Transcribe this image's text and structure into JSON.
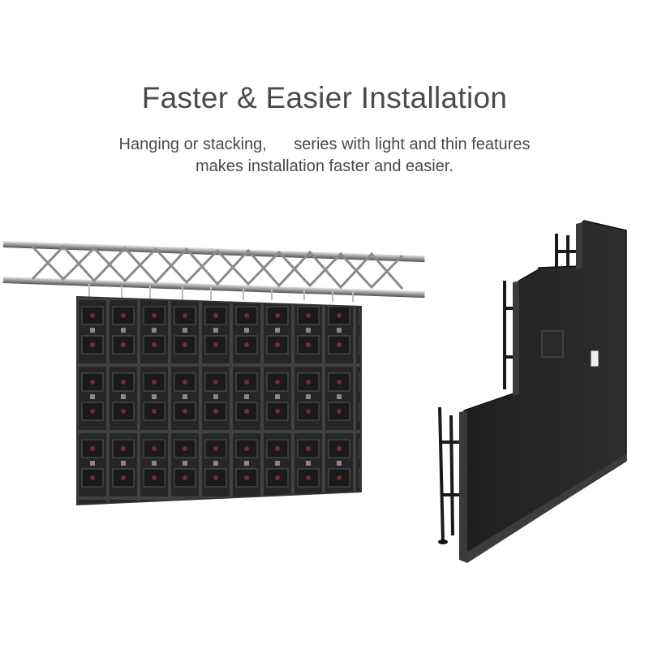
{
  "header": {
    "title": "Faster & Easier Installation",
    "subtitle_line1": "Hanging or stacking,      series with light and thin features",
    "subtitle_line2": "makes installation faster and easier."
  },
  "illustrations": {
    "hanging": "hanging-led-wall-on-truss",
    "stacking": "stacked-led-wall-with-supports"
  },
  "colors": {
    "text": "#4a4a4a",
    "cabinet": "#2a2a2a",
    "truss": "#9a9a9a"
  }
}
